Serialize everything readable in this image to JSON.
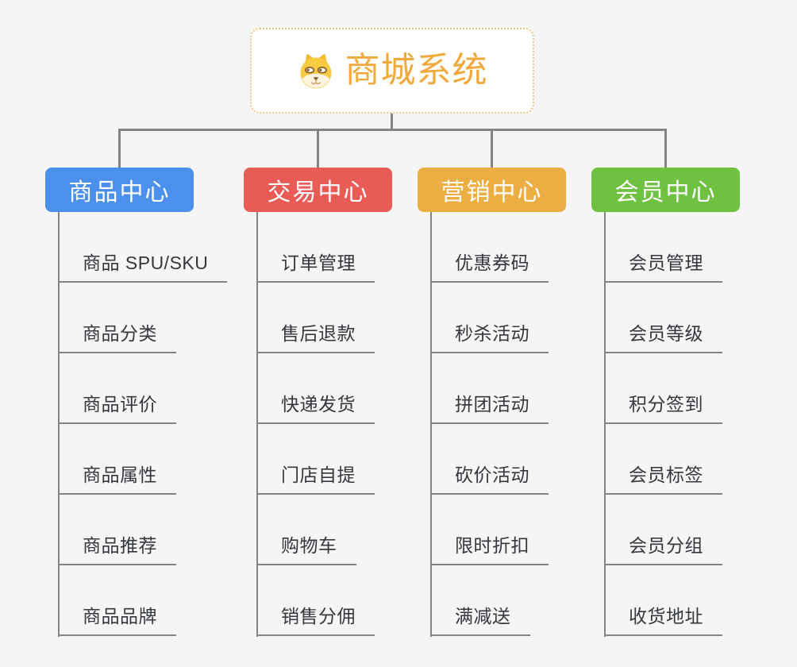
{
  "root": {
    "title": "商城系统",
    "icon": "shiba-dog-icon"
  },
  "branches": [
    {
      "label": "商品中心",
      "color": "#4a90ec",
      "items": [
        "商品 SPU/SKU",
        "商品分类",
        "商品评价",
        "商品属性",
        "商品推荐",
        "商品品牌"
      ]
    },
    {
      "label": "交易中心",
      "color": "#e95c56",
      "items": [
        "订单管理",
        "售后退款",
        "快递发货",
        "门店自提",
        "购物车",
        "销售分佣"
      ]
    },
    {
      "label": "营销中心",
      "color": "#ecad42",
      "items": [
        "优惠券码",
        "秒杀活动",
        "拼团活动",
        "砍价活动",
        "限时折扣",
        "满减送"
      ]
    },
    {
      "label": "会员中心",
      "color": "#6fc241",
      "items": [
        "会员管理",
        "会员等级",
        "积分签到",
        "会员标签",
        "会员分组",
        "收货地址"
      ]
    }
  ],
  "colors": {
    "background": "#f5f5f5",
    "connector": "#848484",
    "root_title": "#f2a93c",
    "root_border": "#f0c47c",
    "leaf_text": "#34383d"
  }
}
